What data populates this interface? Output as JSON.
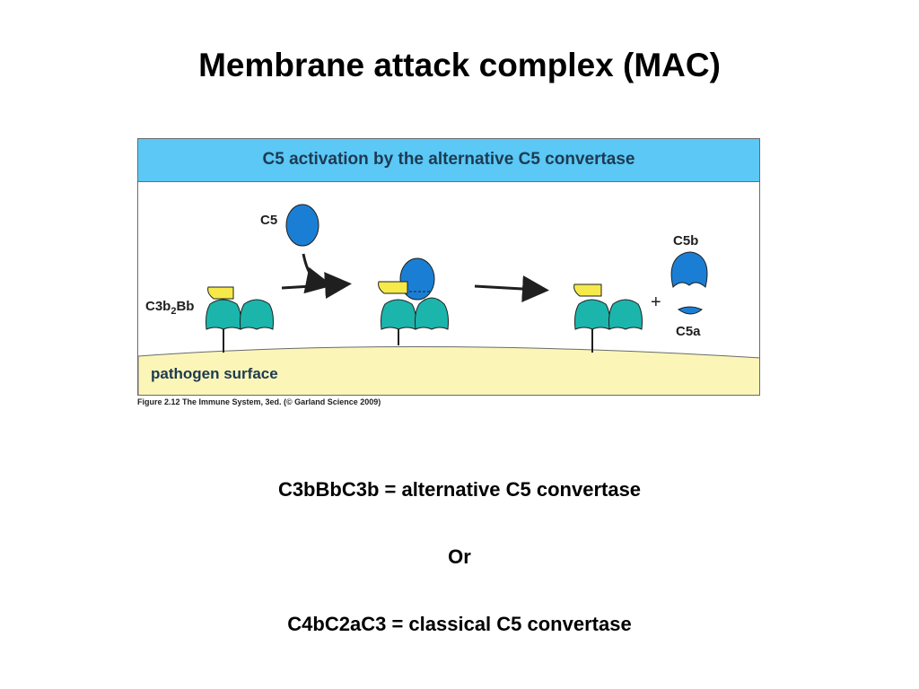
{
  "slide": {
    "title": "Membrane attack complex (MAC)"
  },
  "figure": {
    "header": "C5 activation by the alternative C5 convertase",
    "labels": {
      "c5": "C5",
      "c5b": "C5b",
      "c5a": "C5a",
      "convertase_main": "C3b",
      "convertase_sub": "2",
      "convertase_tail": "Bb",
      "plus": "+",
      "surface": "pathogen surface"
    },
    "caption": "Figure 2.12 The Immune System, 3ed. (© Garland Science 2009)",
    "colors": {
      "header": "#5bc8f5",
      "surface": "#fbf6b8",
      "c5": "#1a7fd4",
      "c3b": "#1cb5ac",
      "bb": "#f5ea4a"
    }
  },
  "text": {
    "line1": "C3bBbC3b = alternative C5 convertase",
    "line2": "Or",
    "line3": "C4bC2aC3 = classical C5 convertase"
  }
}
